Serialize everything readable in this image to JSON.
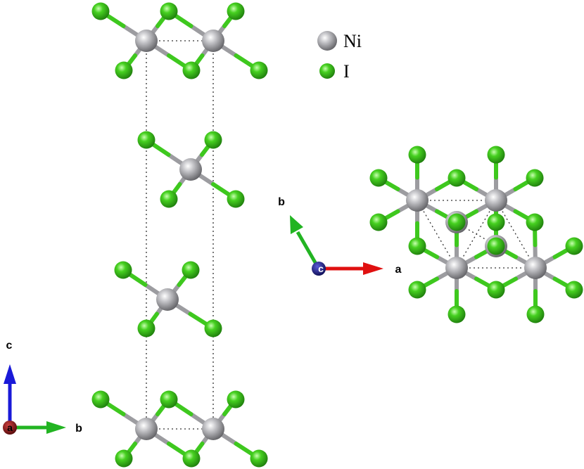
{
  "legend": [
    {
      "symbol": "ni-atom-icon",
      "label": "Ni",
      "color": "#9c9ca0"
    },
    {
      "symbol": "i-atom-icon",
      "label": "I",
      "color": "#3ec81e"
    }
  ],
  "side_axes": {
    "vertical": "c",
    "horizontal": "b",
    "origin": "a"
  },
  "top_axes": {
    "diagonal": "b",
    "horizontal": "a",
    "origin": "c"
  },
  "colors": {
    "ni": "#9c9ca0",
    "iodine": "#3ec81e",
    "axis_a": "#e01010",
    "axis_b": "#22b422",
    "axis_c": "#1a1ad8",
    "origin_dark": "#1a1a6e",
    "origin_red": "#8b1010"
  }
}
